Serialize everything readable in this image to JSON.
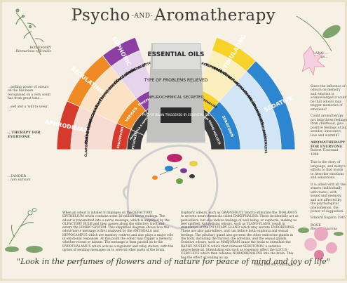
{
  "title": {
    "left": "Psycho",
    "amp": "-AND-",
    "right": "Aromatherapy"
  },
  "quote": "\"Look in the perfumes of flowers and of nature for peace of mind and joy of life\"",
  "quote_source": "Wang Wei 8th Century AD",
  "center": {
    "top": "ESSENTIAL OILS",
    "second": "TYPE OF PROBLEMS RELIEVED",
    "third": "NEUROCHEMICAL SECRETED",
    "fourth": "PART OF BRAIN TRIGGERED BY ESSENTIAL OIL"
  },
  "arc_labels": {
    "euphoric": "EUPHORIC",
    "regulating": "REGULATING",
    "aphrodisiac": "APHRODISIAC",
    "stimulating": "STIMULATING",
    "sedative": "SEDATIVE",
    "various_left": "VARIOUS",
    "various_right": "VARIOUS",
    "enkephalins": "ENKEPHALINS",
    "thalamus": "THALAMUS",
    "endorphins": "ENDORPHINS",
    "pituitary": "PITUITARY",
    "noradrenaline": "NORADRENALINE",
    "serotonin": "SEROTONIN",
    "locus": "LOCUS CERULEUS",
    "raphe": "RAPHE NUCLEUS",
    "amygdala": "AMYGDALA & HIPPOCAMPUS"
  },
  "oils": {
    "clary_sage": "CLARY SAGE",
    "grapefruit": "GRAPEFRUIT",
    "jasmine": "JASMINE",
    "rose_otto": "ROSE OTTO",
    "black_pepper": "BLACK PEPPER",
    "peppermint": "PEPPERMINT",
    "rosemary_stim": "ROSEMARY",
    "basil": "BASIL",
    "lemon": "LEMON",
    "bergamot": "BERGAMOT",
    "frankincense": "FRANKINCENSE",
    "rosewood": "ROSEWOOD",
    "geranium": "GERANIUM",
    "marjoram": "MARJORAM",
    "chamomile": "CHAMOMILE",
    "lavender": "LAVENDER",
    "clary_sage2": "CLARY SAGE",
    "jasmine2": "JASMINE",
    "ylang": "YLANG YLANG",
    "patchouli": "PATCHOULI",
    "sandalwood": "SANDALWOOD",
    "lemongrass": "LEMONGRASS",
    "cedarwood": "CEDARWOOD",
    "rosemary": "ROSEMARY",
    "juniper": "JUNIPER",
    "cypress": "CYPRESS",
    "neroli": "NEROLI"
  },
  "left_text": {
    "plant1": "ROSEMARY",
    "plant1_latin": "Rosmarinus officinalis",
    "para1": "...pelling power of odours on the has been recognised on a very scent has from great time...",
    "para2": "...sed and a 'will to sleep', ...",
    "heading": "...THERAPY FOR EVERYONE",
    "plant2": "...IANDER",
    "plant2_latin": "...ium sativum"
  },
  "right_text": {
    "plant1": "YLANG-...",
    "plant1_latin": "Cananga...",
    "para1": "Since the influence of odours on memory and emotion is acknowledged it could be that odours may trigger memories of emotions?",
    "para2": "Could aromatherapy not help those feelings from childhood, give positive feelings of joy, wonder, innocence, love and warmth?",
    "heading": "AROMATHERAPY FOR EVERYONE",
    "author": "Robert Tisserand 1988",
    "para3": "This is the story of language, and many's efforts to find words to describe emotions and sensations.",
    "para4": "It is allied with all the senses (individually with taste), with sound and memory, and are affected by the psychological phenomenon, the power of suggestion.",
    "author2": "Edward Sagarin 1945",
    "plant2": "ROSE",
    "plant2_latin": "Rosa damascena"
  },
  "bottom_left_text": "When an odour is inhaled it impinges on the OLFACTORY EPITHELIUM which contains some 20 million nerve endings. The odour is transmitted into a nerve message, which is amplified by the OLFACTORY BULB and then passes along the olfactory tract and enters the LIMBIC SYSTEM. This simplified diagram shows how the odour/nerve message is first analysed by the AMYGDALA and HIPPOCAMPUS which are memory centres and also plays a major role in emotional responses. At this point the odour may trigger a memory, whether recent or distant. The message is then passed on to the HYPOTHALAMUS which acts as a regulator and relay station, with the option of sending messages on to several other parts of the brain.",
  "bottom_right_text": "Euphoric odours, such as GRAPEFRUIT, tend to stimulate the THALAMUS to secrete neurochemicals called ENKEPHALINS. These incidentally act as pain-killers, but also induce feelings of well being, or euphoria, making us feel uplifted. Aphrodisiac odours, such as YLANG-YLANG, result in stimulation of the PITUITARY GLAND which may secrete ENDORPHINS. These are also pain-killers, and can induce both euphoria and sexual feelings. The pituitary gland also governs the other endocrine glands in the body, including the thyroid, the adrenals, and the sexual glands. Sedative odours, such as MARJORAM cause the brain to stimulate the RAPHE NUCLEUS which then releases SEROTONIN, a sedative neurochemical. Stimulating oils such as rosemary affect the LOCUS CERULEUS which then releases NORADRENALINE into the brain. This has the effect of waking us up.",
  "colors": {
    "aphrodisiac": "#d63a2d",
    "regulating": "#f08a24",
    "euphoric": "#8b3fa2",
    "center": "#b9b9b9",
    "stimulating": "#f7d22a",
    "sedative": "#2e86d0",
    "dark": "#3a3a3a"
  }
}
